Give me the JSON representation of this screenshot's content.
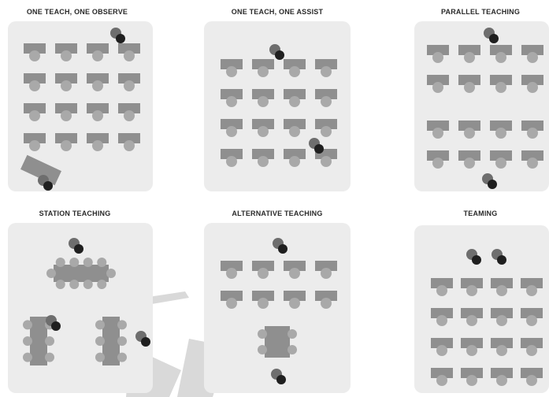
{
  "figure": {
    "panels": [
      {
        "id": "one-teach-one-observe",
        "title": "ONE TEACH, ONE OBSERVE"
      },
      {
        "id": "one-teach-one-assist",
        "title": "ONE TEACH, ONE ASSIST"
      },
      {
        "id": "parallel-teaching",
        "title": "PARALLEL TEACHING"
      },
      {
        "id": "station-teaching",
        "title": "STATION TEACHING"
      },
      {
        "id": "alternative-teaching",
        "title": "ALTERNATIVE TEACHING"
      },
      {
        "id": "teaming",
        "title": "TEAMING"
      }
    ]
  },
  "colors": {
    "room_background": "#ececec",
    "desk": "#8f8f8f",
    "desk_light": "#a9a9a9",
    "teacher": "#3f3f3f",
    "teacher_shadow": "#1f1f1f",
    "title_text": "#2a2a2a",
    "watermark": "#d9d9d9"
  }
}
